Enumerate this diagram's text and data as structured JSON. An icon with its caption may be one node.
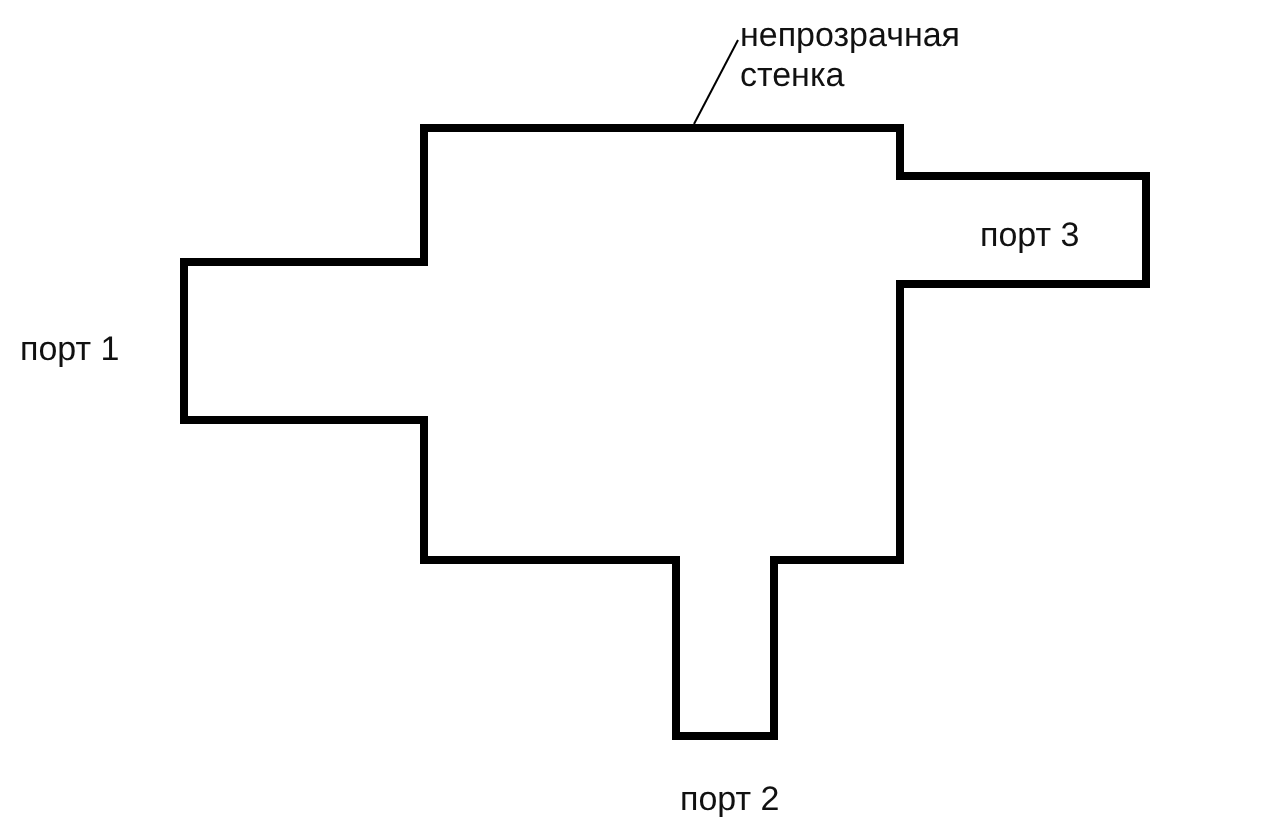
{
  "diagram": {
    "nodes": [
      {
        "text": [
          "непрозрачная стенка"
        ]
      },
      {
        "text": [],
        "shape": "outline"
      }
    ],
    "edges": [
      {
        "from": 0,
        "to": 1,
        "arrow": "none"
      }
    ],
    "labels": [
      "порт 3",
      "порт 1",
      "порт 2"
    ]
  }
}
